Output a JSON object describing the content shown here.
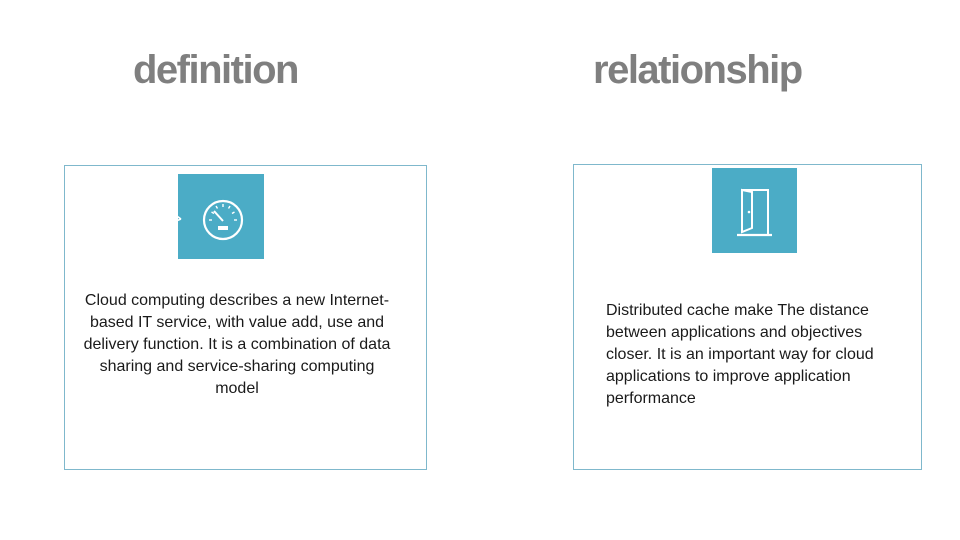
{
  "slide": {
    "columns": [
      {
        "heading": "definition",
        "icon": "speedometer-icon",
        "text": "Cloud computing describes a new Internet-based IT service, with value add, use and delivery function. It is a combination of data sharing and service-sharing computing model"
      },
      {
        "heading": "relationship",
        "icon": "door-icon",
        "text": "Distributed cache make The distance between applications and objectives closer. It is an important way for cloud applications to improve application performance"
      }
    ]
  },
  "colors": {
    "heading": "#7f7f7f",
    "accent": "#4bacc6",
    "card_border": "#7fb8cc",
    "body_text": "#1a1a1a"
  }
}
